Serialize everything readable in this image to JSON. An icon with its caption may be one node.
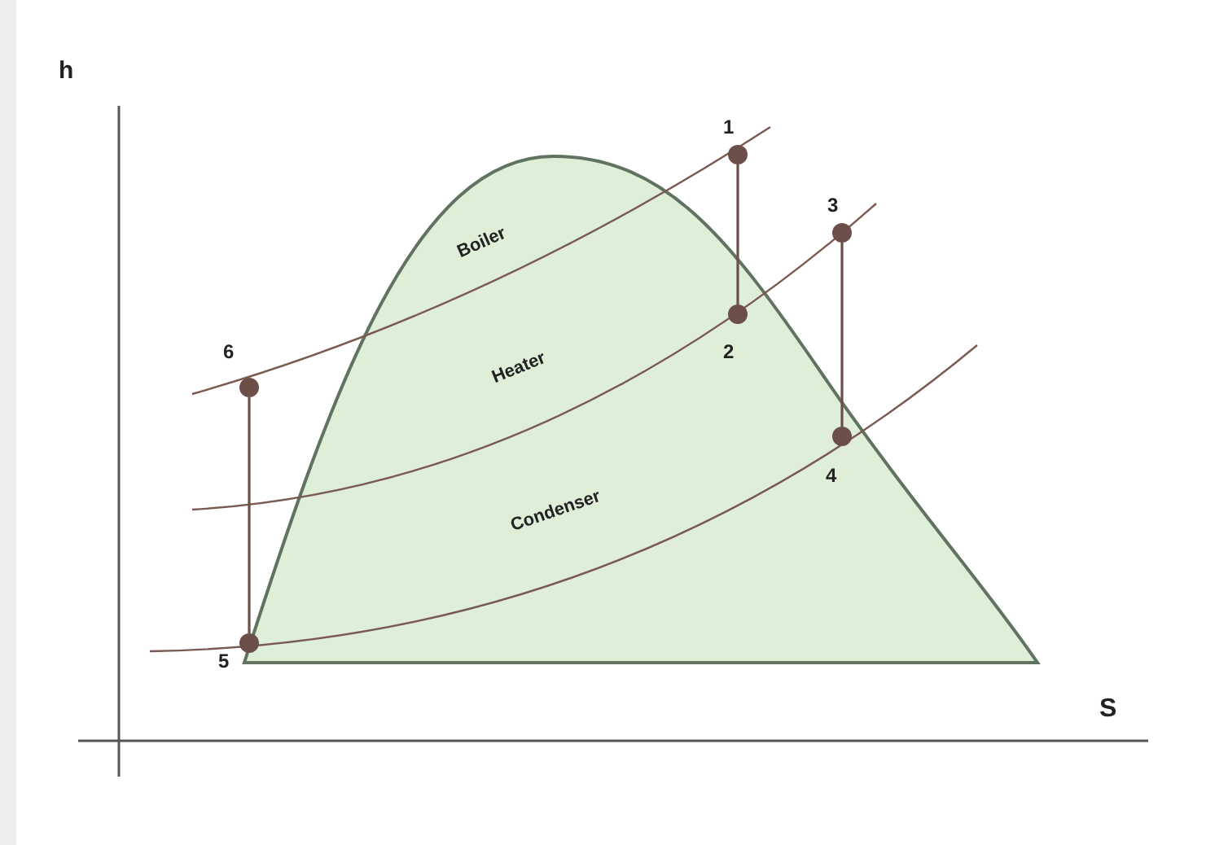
{
  "diagram": {
    "nodes": [
      {
        "text": [
          "1"
        ]
      },
      {
        "text": [
          "2"
        ]
      },
      {
        "text": [
          "3"
        ]
      },
      {
        "text": [
          "4"
        ]
      },
      {
        "text": [
          "5"
        ]
      },
      {
        "text": [
          "6"
        ]
      }
    ],
    "edges": [
      {
        "from": 0,
        "to": 1,
        "arrow": "none"
      },
      {
        "from": 2,
        "to": 3,
        "arrow": "none"
      },
      {
        "from": 5,
        "to": 4,
        "arrow": "none"
      }
    ],
    "labels": [
      "h",
      "Boiler",
      "Heater",
      "Condenser",
      "S"
    ]
  }
}
